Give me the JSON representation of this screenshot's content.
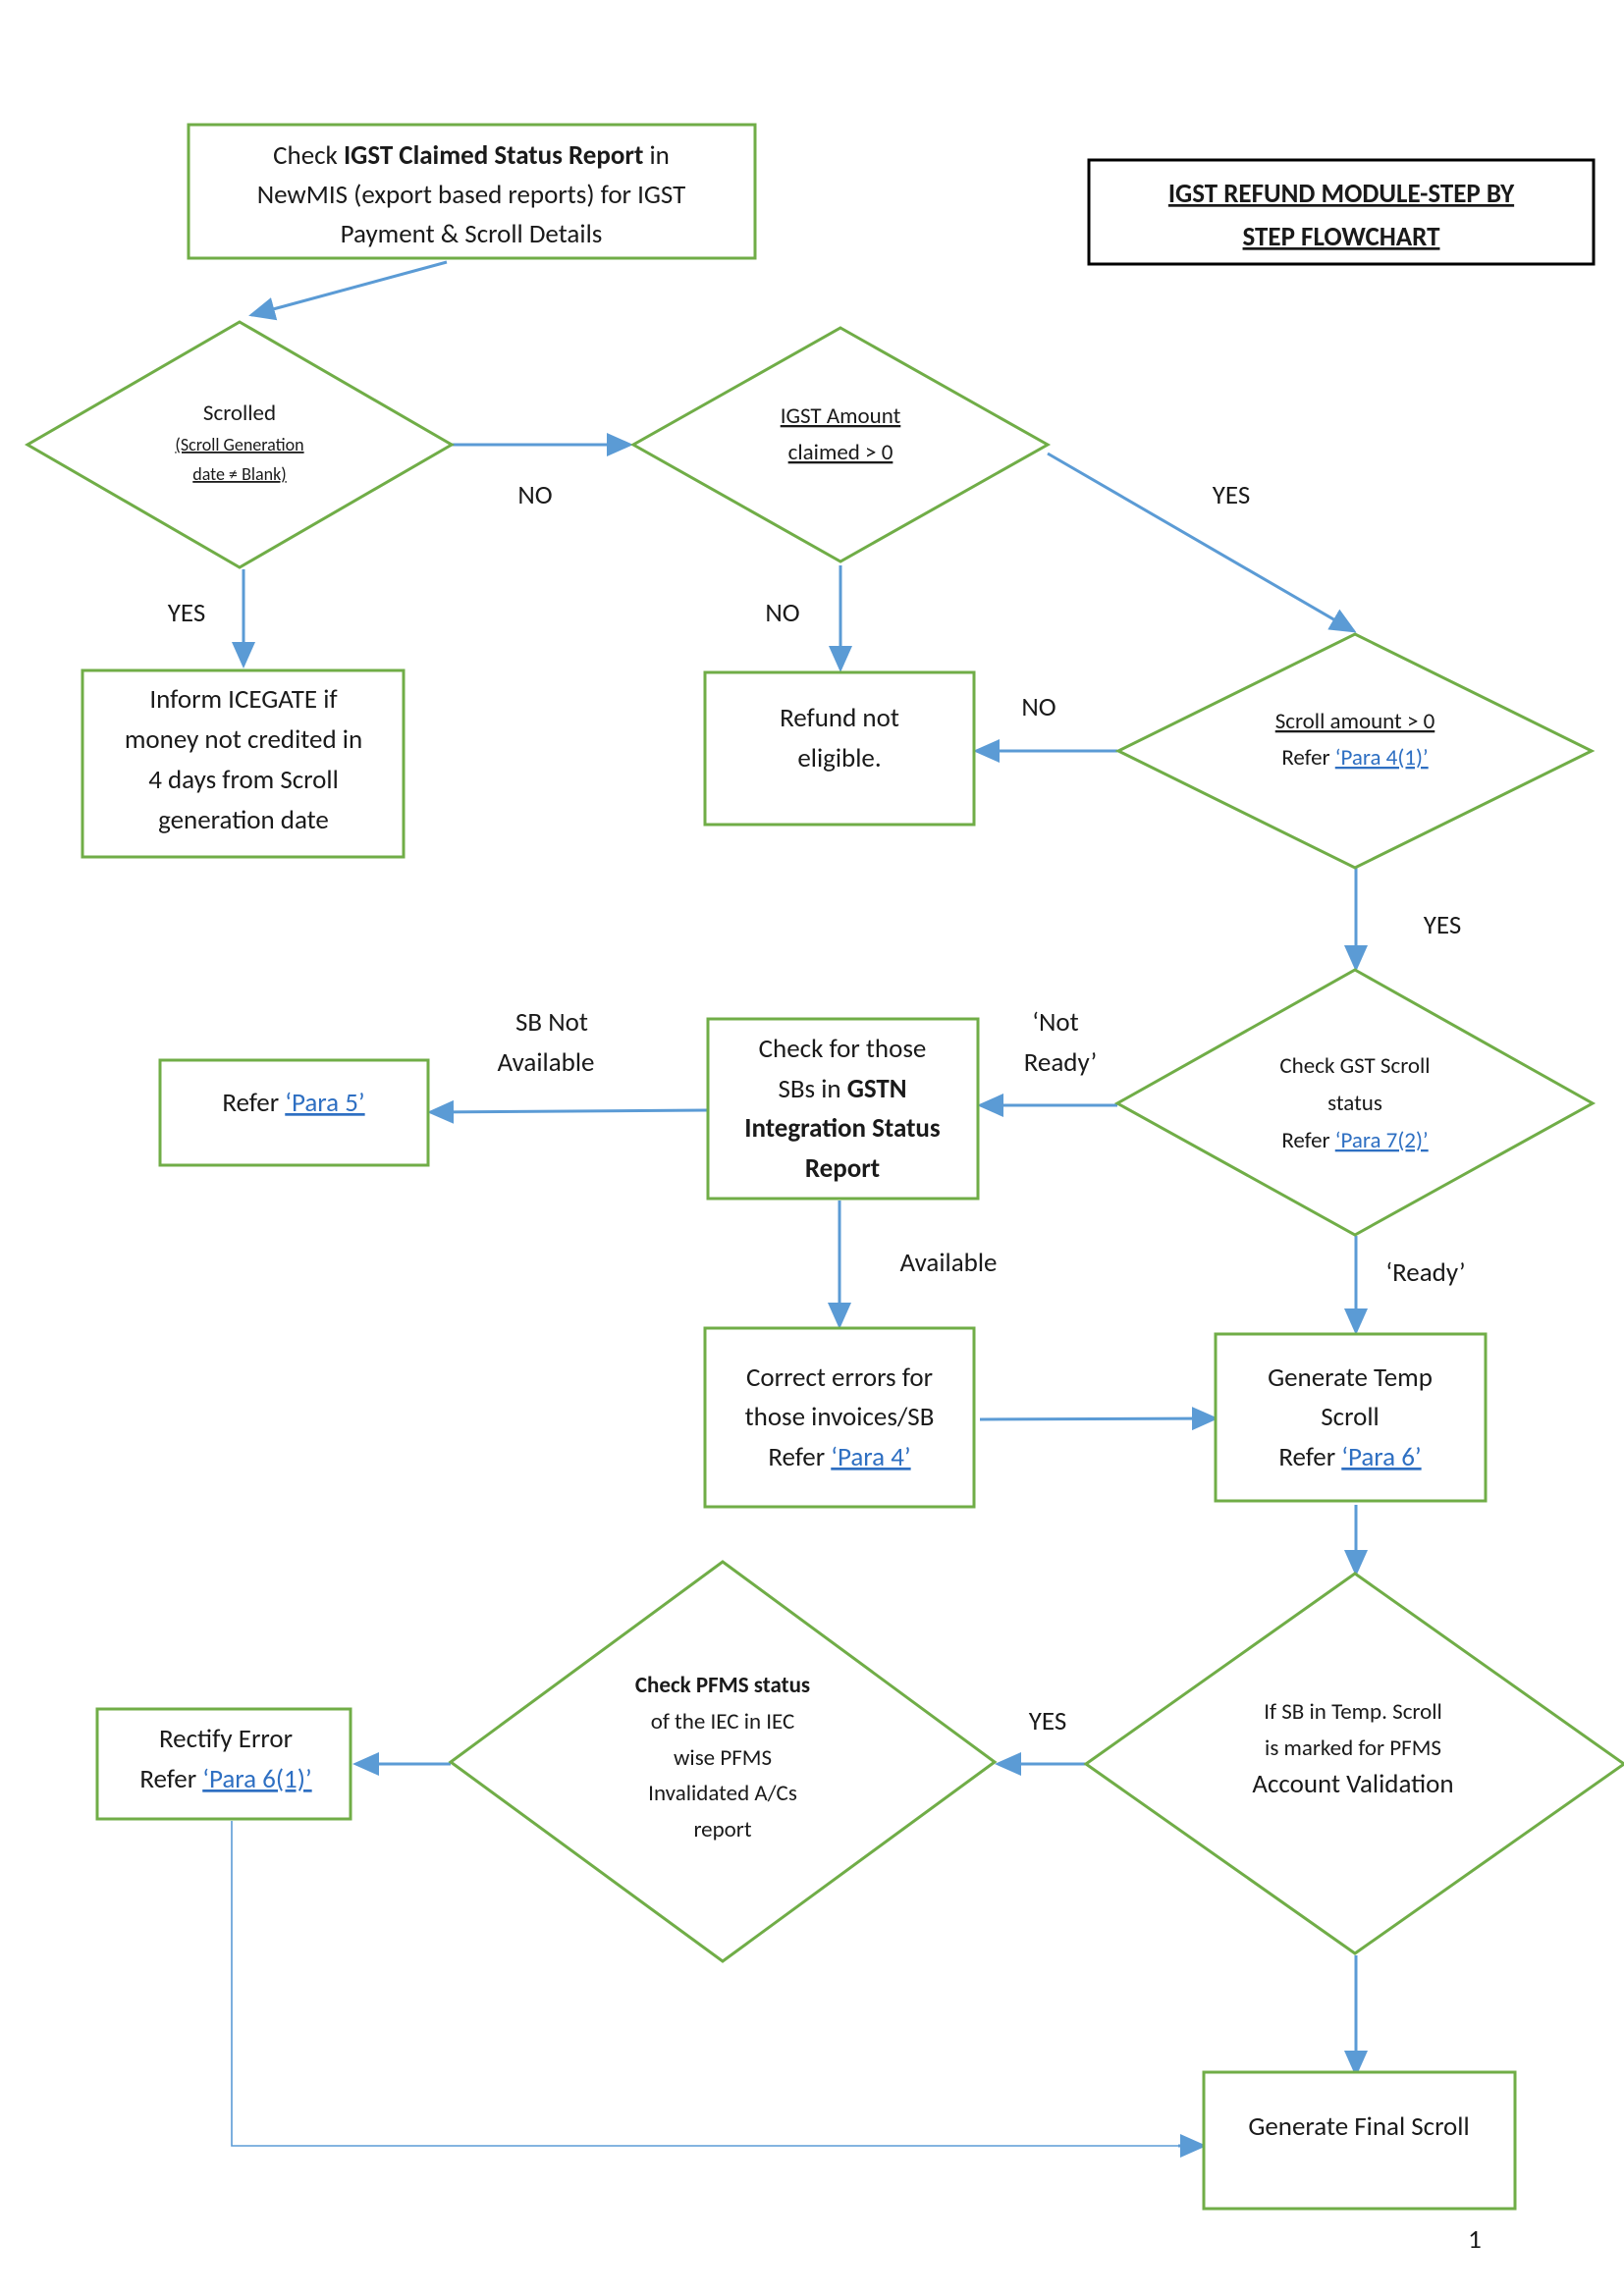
{
  "title": {
    "line1": "IGST REFUND MODULE-STEP BY",
    "line2": "STEP FLOWCHART"
  },
  "nodes": {
    "check_report": {
      "pre": "Check ",
      "bold": "IGST Claimed Status Report",
      "post": " in",
      "line2": "NewMIS (export based reports) for IGST",
      "line3": "Payment & Scroll Details"
    },
    "scrolled": {
      "line1": "Scrolled",
      "line2": "(Scroll Generation",
      "line3": "date ≠ Blank)"
    },
    "igst_amount": {
      "line1": "IGST Amount",
      "line2": "claimed > 0"
    },
    "inform": {
      "line1": "Inform ICEGATE if",
      "line2": "money not credited in",
      "line3": "4 days from Scroll",
      "line4": "generation date"
    },
    "not_eligible": {
      "line1": "Refund not",
      "line2": "eligible."
    },
    "scroll_amount": {
      "line1": "Scroll amount > 0",
      "refer": "Refer ",
      "link": "‘Para 4(1)’"
    },
    "gst_status": {
      "line1": "Check GST Scroll",
      "line2": "status",
      "refer": "Refer ",
      "link": "‘Para 7(2)’"
    },
    "check_sbs": {
      "line1": "Check for those",
      "line2_pre": "SBs in ",
      "line2_bold": "GSTN",
      "line3": "Integration Status",
      "line4": "Report"
    },
    "para5": {
      "refer": "Refer ",
      "link": "‘Para 5’"
    },
    "correct_errors": {
      "line1": "Correct errors for",
      "line2": "those invoices/SB",
      "refer": "Refer ",
      "link": "‘Para 4’"
    },
    "temp_scroll": {
      "line1": "Generate Temp",
      "line2": "Scroll",
      "refer": "Refer ",
      "link": "‘Para 6’"
    },
    "pfms_validation": {
      "line1": "If SB in Temp. Scroll",
      "line2": "is marked for PFMS",
      "line3": "Account Validation"
    },
    "pfms_status": {
      "line1": "Check PFMS status",
      "line2": "of the IEC in IEC",
      "line3": "wise PFMS",
      "line4": "Invalidated A/Cs",
      "line5": "report"
    },
    "rectify": {
      "line1": "Rectify Error",
      "refer": "Refer ",
      "link": "‘Para 6(1)’"
    },
    "final_scroll": {
      "line1": "Generate Final Scroll"
    }
  },
  "edge_labels": {
    "scrolled_no": "NO",
    "scrolled_yes": "YES",
    "igst_no": "NO",
    "igst_yes": "YES",
    "scroll_amount_no": "NO",
    "scroll_amount_yes": "YES",
    "not_ready_1": "‘Not",
    "not_ready_2": "Ready’",
    "ready": "‘Ready’",
    "sb_not_1": "SB Not",
    "sb_not_2": "Available",
    "available": "Available",
    "pfms_yes": "YES"
  },
  "page_number": "1",
  "colors": {
    "node_border": "#70ad47",
    "arrow": "#5b9bd5",
    "link": "#2e6fc2",
    "title_border": "#000000"
  }
}
